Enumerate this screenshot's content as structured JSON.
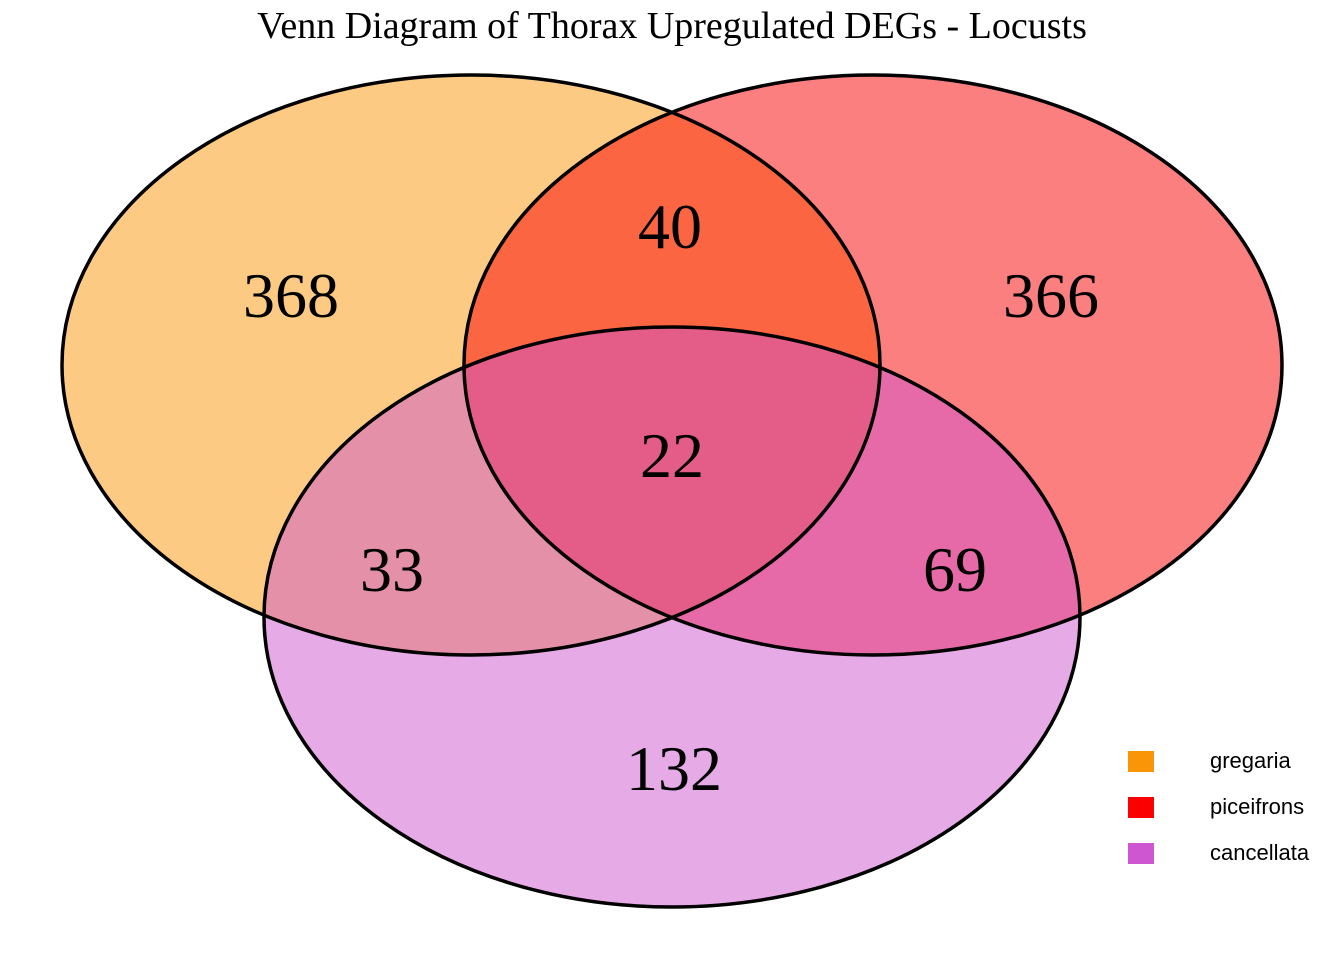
{
  "title": "Venn Diagram of Thorax Upregulated DEGs - Locusts",
  "chart_data": {
    "type": "venn",
    "title": "Venn Diagram of Thorax Upregulated DEGs - Locusts",
    "sets": [
      "gregaria",
      "piceifrons",
      "cancellata"
    ],
    "set_colors": {
      "gregaria": "#FA9507",
      "piceifrons": "#FA0000",
      "cancellata": "#CE56D0"
    },
    "fill_opacity": 0.5,
    "outline_color": "#000000",
    "regions": {
      "gregaria_only": 368,
      "piceifrons_only": 366,
      "cancellata_only": 132,
      "gregaria_piceifrons": 40,
      "gregaria_cancellata": 33,
      "piceifrons_cancellata": 69,
      "gregaria_piceifrons_cancellata": 22
    },
    "legend_position": "bottom-right"
  },
  "legend": {
    "items": [
      {
        "label": "gregaria",
        "color": "#FA9507"
      },
      {
        "label": "piceifrons",
        "color": "#FA0000"
      },
      {
        "label": "cancellata",
        "color": "#CE56D0"
      }
    ]
  }
}
